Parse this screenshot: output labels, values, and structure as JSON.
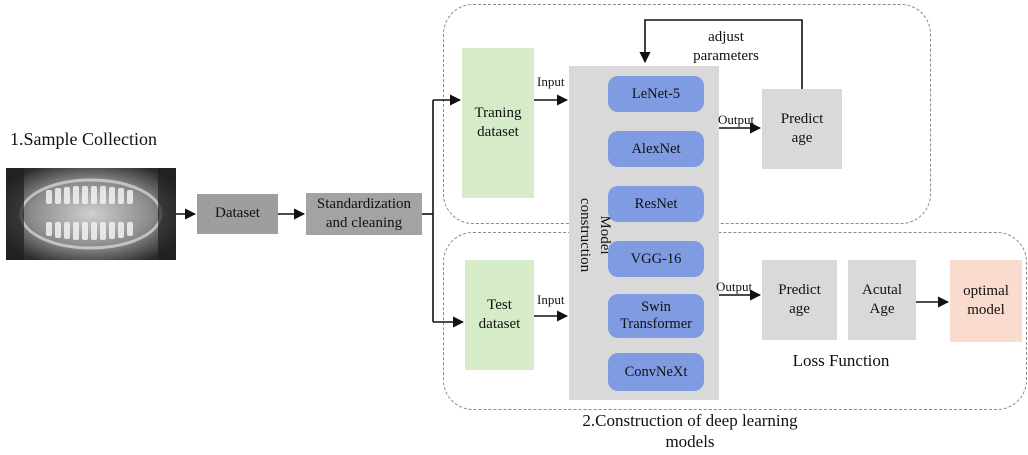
{
  "sample_collection": {
    "title": "1.Sample Collection",
    "xray_image": "panoramic-dental-xray"
  },
  "dataset_label": "Dataset",
  "standardization": {
    "line1": "Standardization",
    "line2": "and cleaning"
  },
  "training_dataset": {
    "line1": "Traning",
    "line2": "dataset"
  },
  "test_dataset": {
    "line1": "Test",
    "line2": "dataset"
  },
  "input_label_top": "Input",
  "input_label_bottom": "Input",
  "model_construction": {
    "line1": "Model",
    "line2": "construction"
  },
  "models": [
    {
      "line1": "LeNet-5",
      "line2": ""
    },
    {
      "line1": "AlexNet",
      "line2": ""
    },
    {
      "line1": "ResNet",
      "line2": ""
    },
    {
      "line1": "VGG-16",
      "line2": ""
    },
    {
      "line1": "Swin",
      "line2": "Transformer"
    },
    {
      "line1": "ConvNeXt",
      "line2": ""
    }
  ],
  "output_label_top": "Output",
  "output_label_bottom": "Output",
  "adjust_parameters": {
    "line1": "adjust",
    "line2": "parameters"
  },
  "predict_age_top": {
    "line1": "Predict",
    "line2": "age"
  },
  "predict_age_bottom": {
    "line1": "Predict",
    "line2": "age"
  },
  "actual_age": {
    "line1": "Acutal",
    "line2": "Age"
  },
  "loss_function": "Loss Function",
  "optimal_model": {
    "line1": "optimal",
    "line2": "model"
  },
  "construction_caption": {
    "line1": "2.Construction of deep learning",
    "line2": "models"
  },
  "colors": {
    "gray_box": "#9e9e9e",
    "light_gray": "#d9d9d9",
    "green_box": "#d6ebc8",
    "model_blue": "#7f9be2",
    "salmon_box": "#f9dccd"
  }
}
